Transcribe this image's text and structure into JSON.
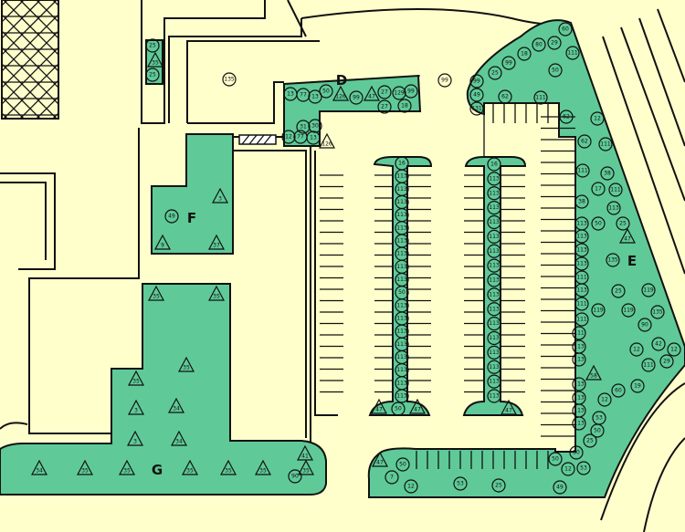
{
  "colors": {
    "background": "#ffffcc",
    "planting_area": "#5fca98",
    "outline": "#111111"
  },
  "zones": {
    "D": {
      "label": "D",
      "symbols": [
        "13",
        "77",
        "13",
        "50",
        "126",
        "99",
        "47",
        "27",
        "129",
        "99",
        "27",
        "18",
        "31",
        "30",
        "12",
        "77",
        "13",
        "126"
      ]
    },
    "E": {
      "label": "E",
      "symbols": [
        "60",
        "29",
        "80",
        "18",
        "99",
        "111",
        "50",
        "25",
        "99",
        "49",
        "131",
        "62",
        "111",
        "62",
        "12",
        "62",
        "111",
        "111",
        "38",
        "17",
        "38",
        "111",
        "113",
        "50",
        "25",
        "47",
        "113",
        "113",
        "113",
        "135",
        "113",
        "111",
        "25",
        "119",
        "113",
        "111",
        "119",
        "119",
        "135",
        "111",
        "90",
        "12",
        "42",
        "12",
        "111",
        "113",
        "29",
        "113",
        "111",
        "58",
        "60",
        "19",
        "113",
        "12",
        "113",
        "53",
        "113",
        "50",
        "113",
        "25",
        "50",
        "50",
        "12",
        "53",
        "49",
        "47",
        "7",
        "12",
        "53",
        "25",
        "50"
      ]
    },
    "F": {
      "label": "F",
      "symbols": [
        "3",
        "49",
        "9",
        "37"
      ]
    },
    "G": {
      "label": "G",
      "symbols": [
        "35",
        "35",
        "35",
        "35",
        "3",
        "34",
        "3",
        "34",
        "34",
        "35",
        "35",
        "35",
        "35",
        "35",
        "35",
        "41",
        "90"
      ]
    },
    "small_bed": {
      "symbols": [
        "25",
        "35",
        "25"
      ]
    },
    "island_left": {
      "symbols": [
        "16",
        "113",
        "113",
        "113",
        "113",
        "113",
        "113",
        "113",
        "113",
        "113",
        "50",
        "113",
        "113",
        "113",
        "113",
        "113",
        "113",
        "113",
        "113",
        "47",
        "50",
        "47"
      ]
    },
    "island_right": {
      "symbols": [
        "16",
        "113",
        "113",
        "113",
        "113",
        "113",
        "113",
        "113",
        "113",
        "113",
        "113",
        "113",
        "113",
        "113",
        "113",
        "113",
        "113",
        "47"
      ]
    },
    "loose": {
      "symbols": [
        "135",
        "99"
      ]
    }
  }
}
